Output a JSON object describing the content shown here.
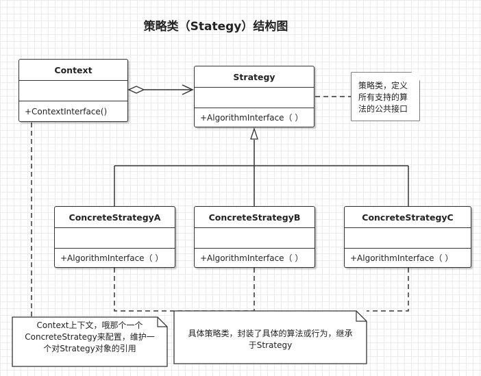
{
  "title": "策略类（Stategy）结构图",
  "classes": {
    "context": {
      "name": "Context",
      "operation": "+ContextInterface()"
    },
    "strategy": {
      "name": "Strategy",
      "operation": "+AlgorithmInterface（ ）"
    },
    "concrete_a": {
      "name": "ConcreteStrategyA",
      "operation": "+AlgorithmInterface（ ）"
    },
    "concrete_b": {
      "name": "ConcreteStrategyB",
      "operation": "+AlgorithmInterface（ ）"
    },
    "concrete_c": {
      "name": "ConcreteStrategyC",
      "operation": "+AlgorithmInterface（ ）"
    }
  },
  "notes": {
    "strategy_note": {
      "line1": "策略类，定义",
      "line2": "所有支持的算",
      "line3": "法的公共接口"
    },
    "context_note": {
      "line1": "Context上下文，哦那个一个",
      "line2": "ConcreteStrategy来配置，维护一",
      "line3": "个对Strategy对象的引用"
    },
    "concrete_note": {
      "line1": "具体策略类，封装了具体的算法或行为，继承",
      "line2": "于Strategy"
    }
  },
  "colors": {
    "line": "#333333",
    "grid": "#ececec",
    "background": "#ffffff"
  }
}
